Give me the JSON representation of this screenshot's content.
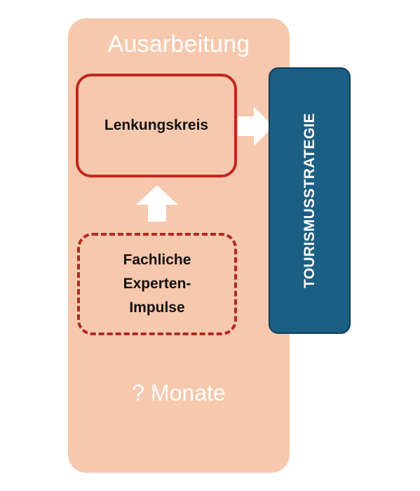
{
  "panel": {
    "title": "Ausarbeitung",
    "footer": "? Monate",
    "color": "#f6c8ad"
  },
  "boxes": {
    "lenkungskreis": "Lenkungskreis",
    "fachliche_line1": "Fachliche",
    "fachliche_line2": "Experten-",
    "fachliche_line3": "Impulse"
  },
  "strategie": {
    "label": "TOURISMUSSTRATEGIE",
    "color": "#1c5f85"
  },
  "colors": {
    "border_red": "#c0281d",
    "arrow": "#ffffff"
  }
}
